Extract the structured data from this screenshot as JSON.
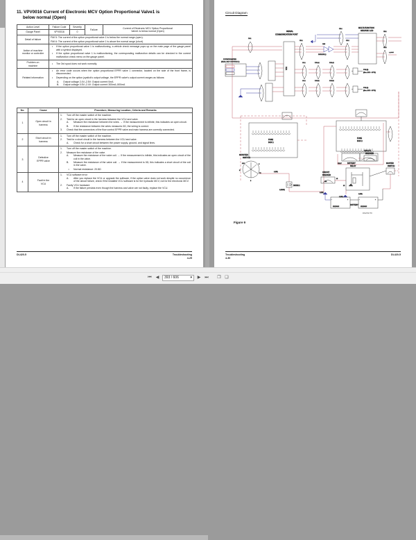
{
  "viewer": {
    "scroll_h": "horizontal-scrollbar",
    "scroll_v": "vertical-scrollbar"
  },
  "toolbar": {
    "first_page_label": "⏮",
    "prev_page_label": "◀",
    "next_page_label": "▶",
    "last_page_label": "⏭",
    "page_value": "393 / 606",
    "dropdown_caret": "▾",
    "fit_page_label": "❐",
    "fit_width_label": "❑"
  },
  "left_page": {
    "title_line1": "11. VPV0016  Current of Electronic MCV Option Proportional Valve1 is",
    "title_line2": "below normal (Open)",
    "table1": {
      "header": {
        "action_level": "Action Level",
        "failure_code": "Failure Code",
        "severity": "Severity",
        "failure": "Failure",
        "description_line1": "Current of Electronic MCV Option Proportional",
        "description_line2": "Valve1 is below normal (Open)"
      },
      "subheader": {
        "gauge_panel": "Gauge Panel",
        "code_value": "VPV0016",
        "severity_value": "0"
      },
      "rows": [
        {
          "label": "Detail of failure",
          "lines": [
            "FMI 5: The current of the option proportional valve 1 is below the normal range (open).",
            "FMI 6: The current of the option proportional valve 1 is above the normal range (short)."
          ]
        },
        {
          "label_line1": "Action of machine",
          "label_line2": "monitor or controller",
          "bullets": [
            "If the option proportional valve 1 is malfunctioning, a vehicle check message pops up on the main page of the gauge panel with a symbol displayed.",
            "If the option proportional valve 1 is malfunctioning, the corresponding malfunction details can be checked in the current malfunction check menu on the gauge panel."
          ]
        },
        {
          "label_line1": "Problem on",
          "label_line2": "machine",
          "bullets": [
            "The 3rd spool does not work normally."
          ]
        },
        {
          "label": "Related information",
          "bullets": [
            "An error code occurs when the option proportional EPPR valve 1 connector, located on the side of the front frame, is disconnected.",
            "Depending on the option joystick's output voltage, the EPPR valve's output current ranges as follows:"
          ],
          "sub_items": [
            {
              "key": "A.",
              "text": "Output voltage 2.4V–2.5V: Output current 0mA"
            },
            {
              "key": "B.",
              "text": "Output voltage 0.5V–2.4V: Output current 300mA–500mA"
            }
          ]
        }
      ]
    },
    "table2": {
      "header": {
        "no": "No.",
        "cause": "Cause",
        "procedure": "Procedure, Measuring Location, Criteria and Remarks"
      },
      "rows": [
        {
          "no": "1",
          "cause_line1": "Open circuit in",
          "cause_line2": "harness",
          "steps": [
            {
              "n": "1.",
              "text": "Turn off the master switch of the machine."
            },
            {
              "n": "2.",
              "text": "Test for an open circuit in the harness between the VCU and valve.",
              "subs": [
                {
                  "a": "A.",
                  "text": "Measure the resistance between the wires.  → If the measurement is infinite, this indicates an open circuit."
                },
                {
                  "a": "B.",
                  "text": "If the resistance between the wires measures 0Ω, the wiring is correct."
                }
              ]
            },
            {
              "n": "3.",
              "text": "Check that the connectors of the flow control EPPR valve and main harness are correctly connected."
            }
          ]
        },
        {
          "no": "2",
          "cause_line1": "Short circuit in",
          "cause_line2": "harness",
          "steps": [
            {
              "n": "1.",
              "text": "Turn off the master switch of the machine."
            },
            {
              "n": "2.",
              "text": "Test for a short circuit in the harness between the VCU and valve.",
              "subs": [
                {
                  "a": "A.",
                  "text": "Check for a short circuit between the power supply, ground, and signal lines."
                }
              ]
            }
          ]
        },
        {
          "no": "3",
          "cause_line1": "Defective",
          "cause_line2": "EPPR valve",
          "steps": [
            {
              "n": "1.",
              "text": "Turn off the master switch of the machine."
            },
            {
              "n": "2.",
              "text": "Measure the resistance of the valve.",
              "subs": [
                {
                  "a": "A.",
                  "text": "Measure the resistance of the valve coil. → If the measurement is infinite, this indicates an open circuit of the coil in the valve."
                },
                {
                  "a": "B.",
                  "text": "Measure the resistance of the valve coil. → If the measurement is 0Ω, this indicates a short circuit of the coil in the valve."
                }
              ],
              "note": "Normal resistance: 20.8Ω"
            }
          ]
        },
        {
          "no": "4",
          "cause_line1": "Fault in the",
          "cause_line2": "VCU",
          "steps": [
            {
              "n": "1.",
              "text": "VCU software error",
              "subs": [
                {
                  "a": "A.",
                  "text": "After you replace the VCU or upgrade the software, if the option valve does not work despite no occurrence of the above failure, check if the installed VCU software is for the hydraulic MCV, not for the electronic MCV."
                }
              ]
            },
            {
              "n": "2.",
              "text": "Faulty VCU hardware",
              "subs": [
                {
                  "a": "A.",
                  "text": "If the failure persists even though the harness and valve are not faulty, replace the VCU."
                }
              ]
            }
          ]
        }
      ]
    },
    "footer": {
      "left": "DL420-5",
      "right_line1": "Troubleshooting",
      "right_line2": "4-29"
    }
  },
  "right_page": {
    "title": "Circuit Diagram",
    "figure_label": "Figure 9",
    "drawing_code": "DS1761770",
    "labels": {
      "serial_port_l1": "SERIAL",
      "serial_port_l2": "COMMUNICATION PORT",
      "lcd_l1": "MULTI-FUNCTION",
      "lcd_l2": "GRAPHIC LCD",
      "starter_l1": "STARTER",
      "starter_l2": "SWITCH",
      "fusebox1_l1": "FUSE",
      "fusebox1_l2": "BOX 1",
      "fusebox2_l1": "FUSE",
      "fusebox2_l2": "BOX 2",
      "breaker1_l1": "CIRCUIT",
      "breaker1_l2": "BREAKER",
      "breaker2_l1": "CIRCUIT",
      "breaker2_l2": "BREAKER",
      "relay_l1": "BATTERY",
      "relay_l2": "RELAY",
      "master_l1": "MASTER",
      "master_l2": "SWITCH",
      "battery": "BATTERY",
      "diode": "DIODE 1",
      "vcu": "VCU",
      "pot_l1": "POTENTIOMETER",
      "pot_l2": "(ELEC. MCV JOYSTICK 1)",
      "can_l1": "CAN",
      "can_l2": "DATALINK (-)",
      "epprA_l1": "PVS (B)",
      "epprA_l2": "(Elec. MCV - OPT1)",
      "epprB_l1": "PVS (A)",
      "epprB_l2": "(Elec. MCV - OPT2)"
    },
    "footer": {
      "left_line1": "Troubleshooting",
      "left_line2": "4-30",
      "right": "DL420-5"
    },
    "colors": {
      "wire_red": "#c1616a",
      "wire_blue": "#3a3fa0",
      "wire_black": "#3a3a3a",
      "dashed_red": "#c1616a"
    }
  }
}
